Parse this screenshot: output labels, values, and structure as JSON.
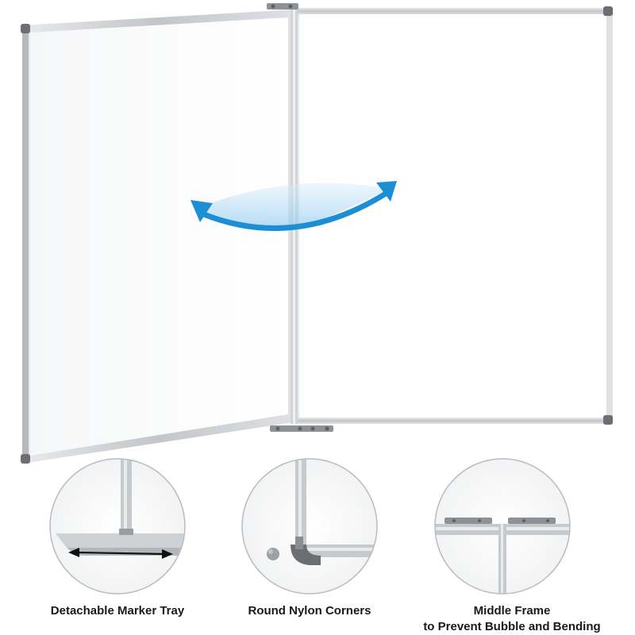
{
  "captions": {
    "marker_tray": "Detachable Marker Tray",
    "nylon_corners": "Round Nylon Corners",
    "middle_frame_line1": "Middle Frame",
    "middle_frame_line2": "to Prevent Bubble and Bending"
  },
  "colors": {
    "frame": "#c9ccd0",
    "board": "#ffffff",
    "arrow": "#1b8ed6",
    "corner": "#6b6e72",
    "circle_border": "#b9bcc0"
  }
}
